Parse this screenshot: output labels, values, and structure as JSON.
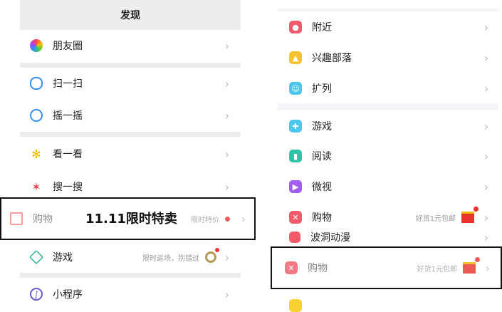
{
  "wechat": {
    "header_title": "发现",
    "items": [
      {
        "label": "朋友圈",
        "icon": "moments-icon"
      },
      {
        "label": "扫一扫",
        "icon": "scan-icon"
      },
      {
        "label": "摇一摇",
        "icon": "shake-icon"
      },
      {
        "label": "看一看",
        "icon": "top-stories-icon"
      },
      {
        "label": "搜一搜",
        "icon": "search-icon"
      },
      {
        "label": "购物",
        "icon": "shopping-bag-icon",
        "sub": "限时特价",
        "overlay": "11.11限时特卖"
      },
      {
        "label": "游戏",
        "icon": "game-icon",
        "sub": "限时返场，别错过"
      },
      {
        "label": "小程序",
        "icon": "mini-program-icon"
      }
    ]
  },
  "qq": {
    "items": [
      {
        "label": "附近",
        "icon": "location-icon",
        "color": "#f05a6a"
      },
      {
        "label": "兴趣部落",
        "icon": "tribe-icon",
        "color": "#f7c230"
      },
      {
        "label": "扩列",
        "icon": "expand-icon",
        "color": "#4cc6ea"
      },
      {
        "label": "游戏",
        "icon": "game-icon",
        "color": "#4cc6ea"
      },
      {
        "label": "阅读",
        "icon": "book-icon",
        "color": "#2fc4a8"
      },
      {
        "label": "微视",
        "icon": "weishi-icon",
        "color": "#a55cf0"
      },
      {
        "label": "购物",
        "icon": "shopping-icon",
        "color": "#f05a6a",
        "sub": "好货1元包邮"
      },
      {
        "label": "波洞动漫",
        "icon": "comic-icon",
        "color": "#f05a6a"
      },
      {
        "label": "购物",
        "icon": "shopping-icon",
        "color": "#f05a6a",
        "sub": "好货1元包邮"
      }
    ]
  }
}
